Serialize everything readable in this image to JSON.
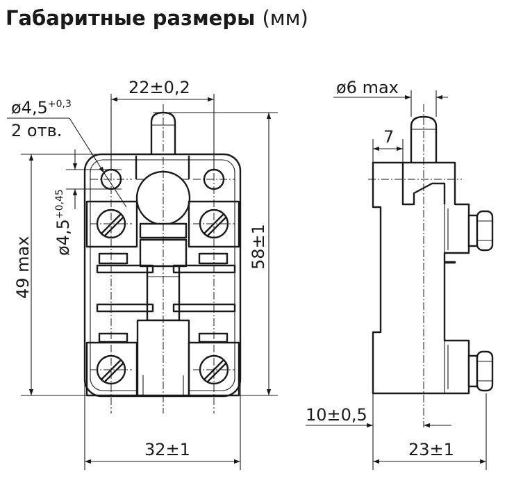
{
  "title": {
    "main": "Габаритные размеры",
    "unit": "(мм)"
  },
  "dimensions": {
    "hole_diameter": "ø4,5",
    "hole_diameter_tol": "+0,3",
    "hole_count": "2 отв.",
    "slot_diameter": "ø4,5",
    "slot_diameter_tol": "+0,45",
    "hole_spacing": "22±0,2",
    "height_max": "49 max",
    "height_total": "58±1",
    "width_front": "32±1",
    "plunger_diameter": "ø6 max",
    "plunger_offset": "7",
    "base_offset": "10±0,5",
    "depth_side": "23±1"
  }
}
